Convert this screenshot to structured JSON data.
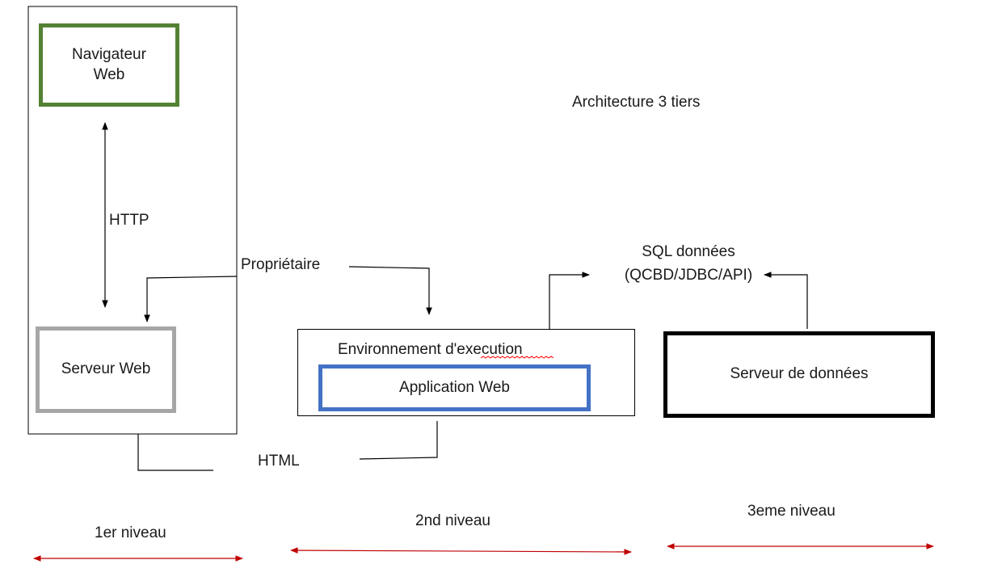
{
  "title": "Architecture 3 tiers",
  "nodes": {
    "browser": [
      "Navigateur",
      "Web"
    ],
    "web_server": "Serveur Web",
    "runtime": "Environnement d'execution",
    "web_app": "Application Web",
    "data_server": "Serveur de données"
  },
  "edges": {
    "http": "HTTP",
    "proprietary": "Propriétaire",
    "html": "HTML",
    "sql": [
      "SQL données",
      "(QCBD/JDBC/API)"
    ]
  },
  "tiers": [
    "1er niveau",
    "2nd niveau",
    "3eme niveau"
  ],
  "colors": {
    "browser_border": "#548235",
    "web_server_border": "#a6a6a6",
    "web_app_border": "#4472c4",
    "data_server_border": "#000000",
    "tier_arrow": "#c00000",
    "spellcheck": "#ff0000"
  }
}
